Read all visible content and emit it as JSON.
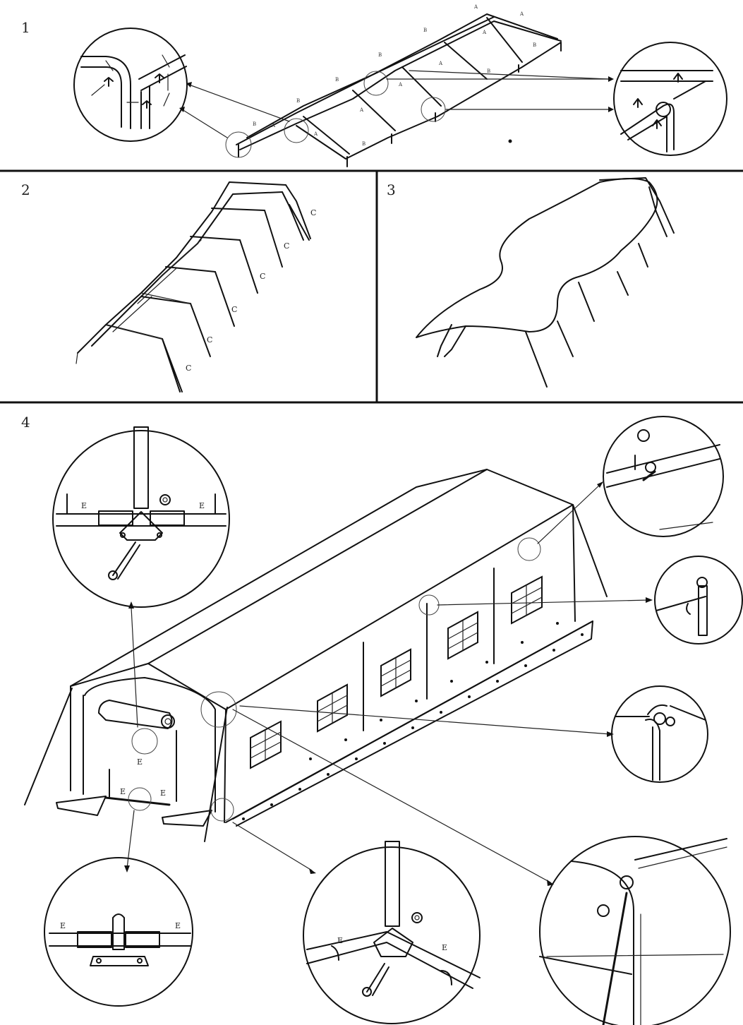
{
  "panels": [
    {
      "step": "1"
    },
    {
      "step": "2"
    },
    {
      "step": "3"
    },
    {
      "step": "4"
    }
  ],
  "labels": {
    "pipe_a": "A",
    "pipe_b": "B",
    "leg_c": "C",
    "pipe_e": "E"
  }
}
